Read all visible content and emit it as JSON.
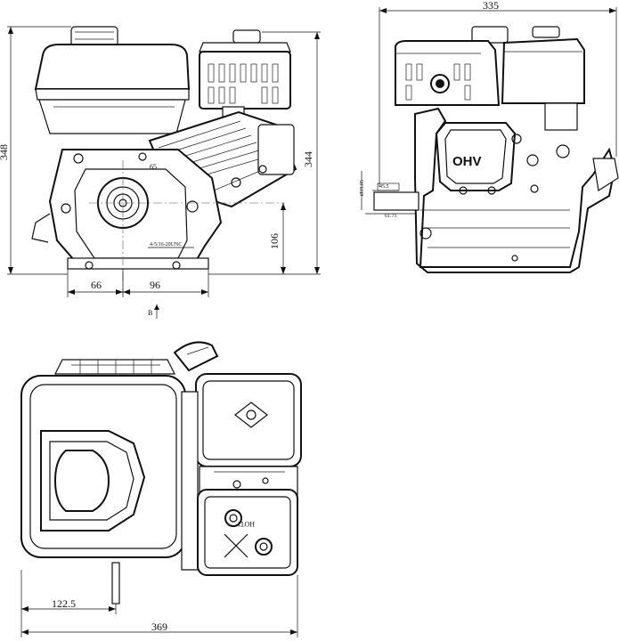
{
  "drawing": {
    "dimensions": {
      "overall_width_top": "335",
      "overall_height_left": "348",
      "overall_height_right": "344",
      "shaft_height": "106",
      "base_left": "66",
      "base_right": "96",
      "hole_spec": "4-5/16-20UNC",
      "boss_dim": "65",
      "shaft_diameter": "Ø19.05",
      "keyway_length": "45.5",
      "shaft_length": "61.75",
      "shaft_offset_bottom": "122.5",
      "overall_length_bottom": "369",
      "section_marker": "B"
    },
    "labels": {
      "valve_cover": "OHV",
      "fuel_cap": "HOT!"
    }
  }
}
